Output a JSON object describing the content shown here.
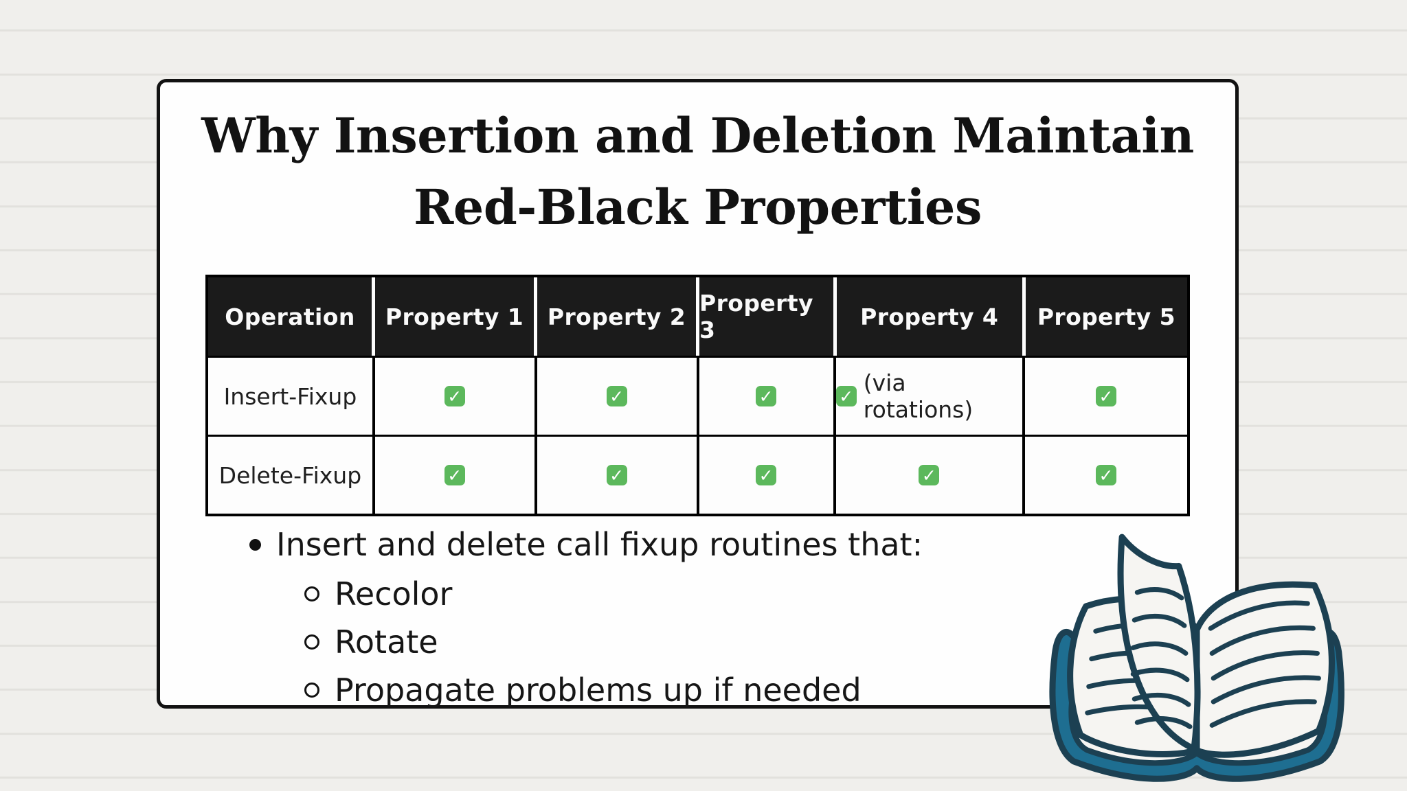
{
  "slide": {
    "title": [
      "Why Insertion and Deletion Maintain",
      "Red-Black Properties"
    ]
  },
  "table": {
    "headers": [
      "Operation",
      "Property 1",
      "Property 2",
      "Property 3",
      "Property 4",
      "Property 5"
    ],
    "rows": [
      {
        "operation": "Insert-Fixup",
        "cells": [
          {
            "check": true,
            "text": ""
          },
          {
            "check": true,
            "text": ""
          },
          {
            "check": true,
            "text": ""
          },
          {
            "check": true,
            "text": "(via rotations)"
          },
          {
            "check": true,
            "text": ""
          }
        ]
      },
      {
        "operation": "Delete-Fixup",
        "cells": [
          {
            "check": true,
            "text": ""
          },
          {
            "check": true,
            "text": ""
          },
          {
            "check": true,
            "text": ""
          },
          {
            "check": true,
            "text": ""
          },
          {
            "check": true,
            "text": ""
          }
        ]
      }
    ]
  },
  "bullets": {
    "main": "Insert and delete call fixup routines that:",
    "sub": [
      "Recolor",
      "Rotate",
      "Propagate problems up if needed"
    ]
  },
  "icons": {
    "check": "check-icon",
    "book": "open-book-illustration"
  },
  "colors": {
    "background": "#f0efec",
    "ruled_line": "#e2e1dd",
    "card_background": "#fefefe",
    "card_border": "#121212",
    "table_header_bg": "#1b1b1b",
    "table_header_text": "#fafafa",
    "check_green": "#5cb85c",
    "body_text": "#161616",
    "book_cover_teal": "#1e6e91",
    "book_outline": "#1c4052",
    "book_page": "#f6f5f2"
  }
}
